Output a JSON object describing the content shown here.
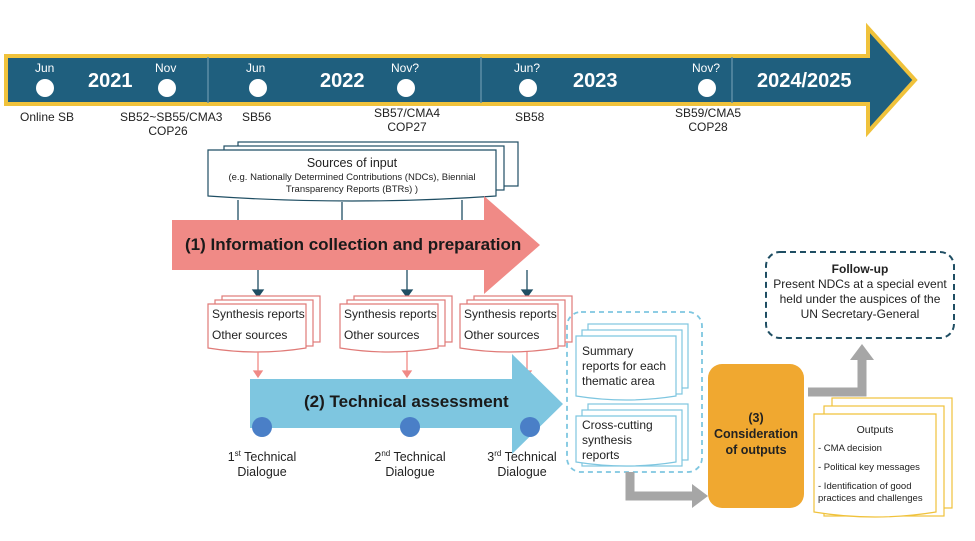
{
  "timeline": {
    "periods": [
      {
        "year": "2021",
        "months": [
          "Jun",
          "Nov"
        ]
      },
      {
        "year": "2022",
        "months": [
          "Jun",
          "Nov?"
        ]
      },
      {
        "year": "2023",
        "months": [
          "Jun?",
          "Nov?"
        ]
      },
      {
        "year": "2024/2025",
        "months": []
      }
    ],
    "events": [
      {
        "lines": [
          "Online SB"
        ]
      },
      {
        "lines": [
          "SB52~SB55/CMA3",
          "COP26"
        ]
      },
      {
        "lines": [
          "SB56"
        ]
      },
      {
        "lines": [
          "SB57/CMA4",
          "COP27"
        ]
      },
      {
        "lines": [
          "SB58"
        ]
      },
      {
        "lines": [
          "SB59/CMA5",
          "COP28"
        ]
      }
    ]
  },
  "sources": {
    "title": "Sources of input",
    "detail_1": "(e.g. Nationally Determined Contributions (NDCs), Biennial",
    "detail_2": "Transparency Reports (BTRs) )"
  },
  "phase1": "(1) Information collection and preparation",
  "synthesis": {
    "line1": "Synthesis reports",
    "line2": "Other sources"
  },
  "phase2": "(2) Technical assessment",
  "dialogues": [
    {
      "ord": "1",
      "sup": "st",
      "l1": "Technical",
      "l2": "Dialogue"
    },
    {
      "ord": "2",
      "sup": "nd",
      "l1": "Technical",
      "l2": "Dialogue"
    },
    {
      "ord": "3",
      "sup": "rd",
      "l1": "Technical",
      "l2": "Dialogue"
    }
  ],
  "summary": {
    "l1": "Summary",
    "l2": "reports for each",
    "l3": "thematic area"
  },
  "crosscut": {
    "l1": "Cross-cutting",
    "l2": "synthesis",
    "l3": "reports"
  },
  "phase3": {
    "l1": "(3)",
    "l2": "Consideration",
    "l3": "of outputs"
  },
  "followup": {
    "title": "Follow-up",
    "l1": "Present NDCs at a special event",
    "l2": "held under the auspices of the",
    "l3": "UN Secretary-General"
  },
  "outputs": {
    "title": "Outputs",
    "items": [
      "- CMA decision",
      "- Political key messages",
      "- Identification of good",
      "practices and challenges"
    ]
  },
  "colors": {
    "timeline": "#1f5f7e",
    "timeline_border": "#f0c23b",
    "phase1": "#f08a86",
    "phase2": "#7ec6e0",
    "phase3": "#f0a830",
    "followup_border": "#1f4e63",
    "gray_arrow": "#a6a6a6"
  }
}
